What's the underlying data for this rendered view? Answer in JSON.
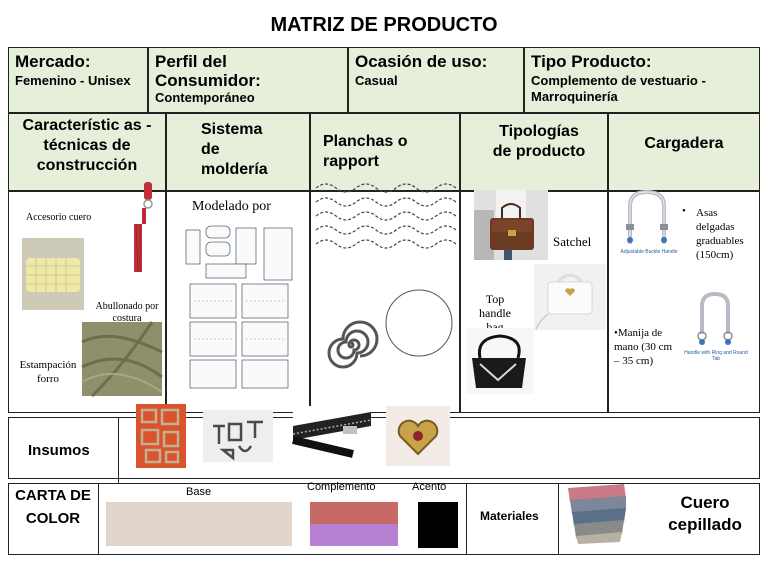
{
  "title": "MATRIZ DE PRODUCTO",
  "header": {
    "mercado": {
      "label": "Mercado:",
      "value": "Femenino - Unisex"
    },
    "perfil": {
      "label": "Perfil del Consumidor:",
      "value": "Contemporáneo"
    },
    "ocasion": {
      "label": "Ocasión de uso:",
      "value": "Casual"
    },
    "tipo": {
      "label": "Tipo Producto:",
      "value": "Complemento de vestuario - Marroquinería"
    }
  },
  "columns": {
    "caracteristicas": "Característic as - técnicas de construcción",
    "molderia": "Sistema de moldería",
    "planchas": "Planchas o rapport",
    "tipologias": "Tipologías de producto",
    "cargadera": "Cargadera"
  },
  "content": {
    "accesorio": "Accesorio cuero",
    "abullonado": "Abullonado por costura",
    "estampacion": "Estampación forro",
    "modelado": "Modelado por",
    "satchel": "Satchel",
    "top_handle": "Top handle bag",
    "asas_bullet": "•",
    "asas": "Asas delgadas graduables (150cm)",
    "manija": "•Manija de mano (30 cm – 35 cm)",
    "buckle_caption": "Adjustable Buckle Handle",
    "ring_caption": "Handle with Ring and Round Tab"
  },
  "insumos": {
    "label": "Insumos"
  },
  "color": {
    "label": "CARTA DE COLOR",
    "base_label": "Base",
    "complemento_label": "Complemento",
    "acento_label": "Acento",
    "base_color": "#e2d5cc",
    "complemento_colors": [
      "#c96966",
      "#b681d2"
    ],
    "acento_color": "#000000"
  },
  "materiales": {
    "label": "Materiales",
    "value": "Cuero cepillado"
  }
}
